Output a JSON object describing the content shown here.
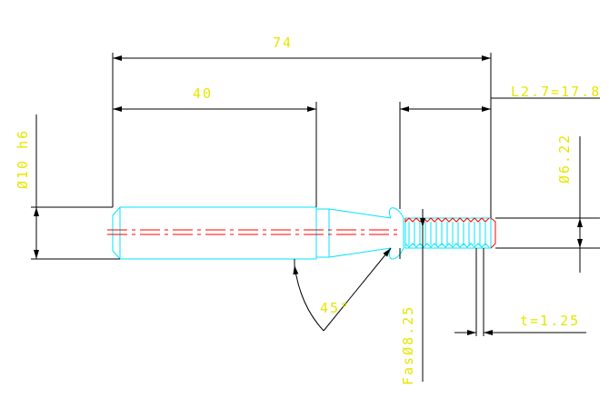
{
  "drawing": {
    "dimensions": {
      "overall_length": "74",
      "shank_length": "40",
      "thread_length": "L2.7=17.8",
      "shank_diameter": "Ø10 h6",
      "neck_diameter": "Ø6.22",
      "chamfer_angle": "45°",
      "chamfer_diameter": "FasØ8.25",
      "pitch": "t=1.25"
    },
    "colors": {
      "dimension_line": "#000000",
      "part_outline": "#00e5ff",
      "centerline": "#ff0000",
      "thread": "#00e5ff",
      "text": "#e6e600"
    }
  }
}
